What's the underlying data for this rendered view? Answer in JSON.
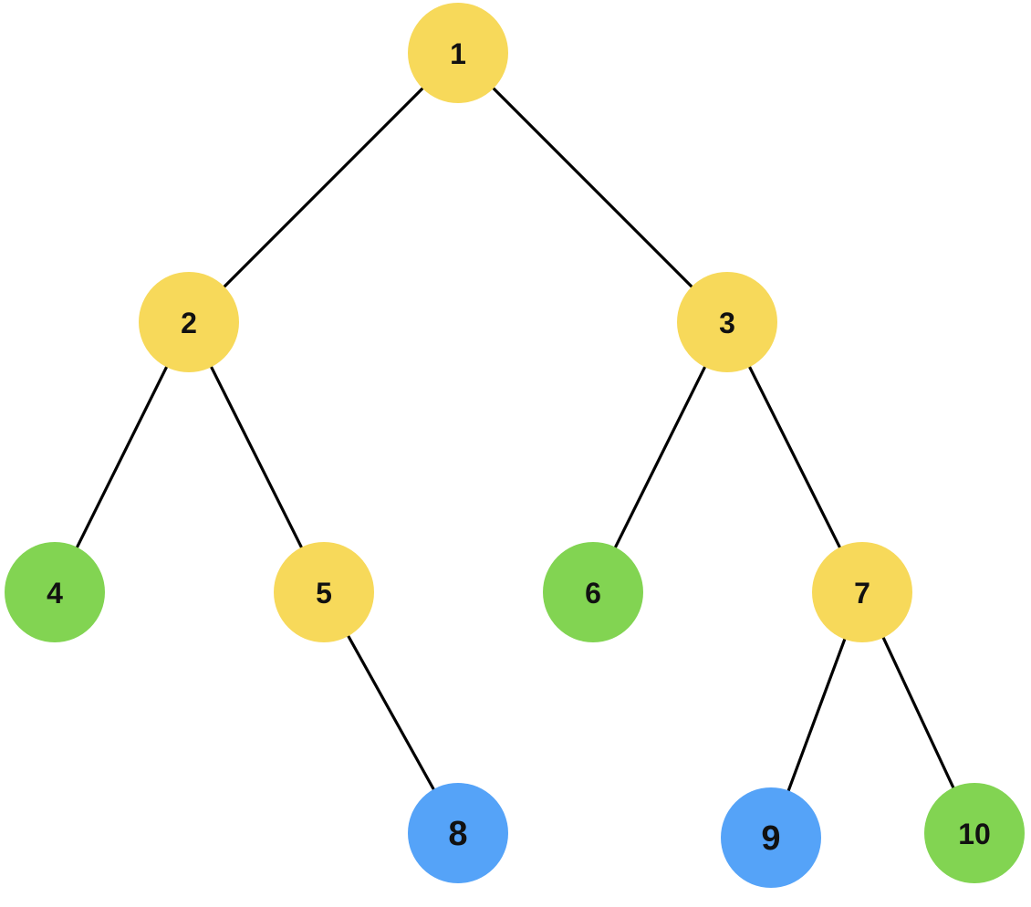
{
  "colors": {
    "internal": "#F7D95A",
    "leaf": "#82D452",
    "highlight": "#55A3F8"
  },
  "tree": {
    "nodes": [
      {
        "id": "n1",
        "label": "1",
        "kind": "internal"
      },
      {
        "id": "n2",
        "label": "2",
        "kind": "internal"
      },
      {
        "id": "n3",
        "label": "3",
        "kind": "internal"
      },
      {
        "id": "n4",
        "label": "4",
        "kind": "leaf"
      },
      {
        "id": "n5",
        "label": "5",
        "kind": "internal"
      },
      {
        "id": "n6",
        "label": "6",
        "kind": "leaf"
      },
      {
        "id": "n7",
        "label": "7",
        "kind": "internal"
      },
      {
        "id": "n8",
        "label": "8",
        "kind": "highlight"
      },
      {
        "id": "n9",
        "label": "9",
        "kind": "highlight"
      },
      {
        "id": "n10",
        "label": "10",
        "kind": "leaf"
      }
    ],
    "edges": [
      {
        "from": "n1",
        "to": "n2"
      },
      {
        "from": "n1",
        "to": "n3"
      },
      {
        "from": "n2",
        "to": "n4"
      },
      {
        "from": "n2",
        "to": "n5"
      },
      {
        "from": "n3",
        "to": "n6"
      },
      {
        "from": "n3",
        "to": "n7"
      },
      {
        "from": "n5",
        "to": "n8"
      },
      {
        "from": "n7",
        "to": "n9"
      },
      {
        "from": "n7",
        "to": "n10"
      }
    ]
  }
}
